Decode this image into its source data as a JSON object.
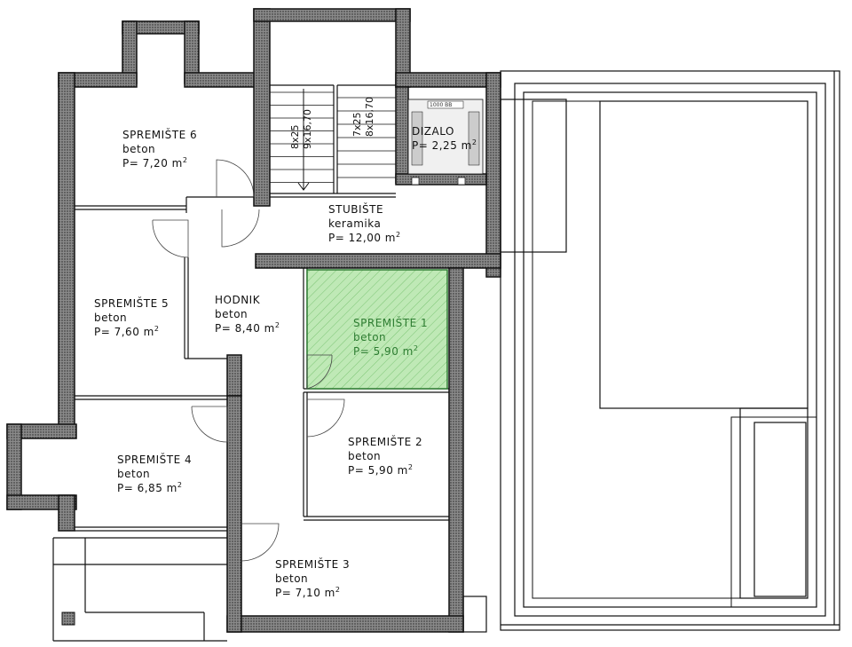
{
  "rooms": [
    {
      "id": "spremiste-6",
      "name": "SPREMIŠTE 6",
      "material": "beton",
      "area": "P= 7,20 m",
      "sup": "2"
    },
    {
      "id": "spremiste-5",
      "name": "SPREMIŠTE 5",
      "material": "beton",
      "area": "P= 7,60 m",
      "sup": "2"
    },
    {
      "id": "hodnik",
      "name": "HODNIK",
      "material": "beton",
      "area": "P= 8,40 m",
      "sup": "2"
    },
    {
      "id": "spremiste-1",
      "name": "SPREMIŠTE 1",
      "material": "beton",
      "area": "P= 5,90 m",
      "sup": "2",
      "highlighted": true
    },
    {
      "id": "spremiste-4",
      "name": "SPREMIŠTE 4",
      "material": "beton",
      "area": "P= 6,85 m",
      "sup": "2"
    },
    {
      "id": "spremiste-2",
      "name": "SPREMIŠTE 2",
      "material": "beton",
      "area": "P= 5,90 m",
      "sup": "2"
    },
    {
      "id": "spremiste-3",
      "name": "SPREMIŠTE 3",
      "material": "beton",
      "area": "P= 7,10 m",
      "sup": "2"
    },
    {
      "id": "stubiste",
      "name": "STUBIŠTE",
      "material": "keramika",
      "area": "P= 12,00 m",
      "sup": "2"
    },
    {
      "id": "dizalo",
      "name": "DIZALO",
      "material": "",
      "area": "P= 2,25 m",
      "sup": "2"
    }
  ],
  "stairs": {
    "flight_left_1": "8x25",
    "flight_left_2": "9x16,70",
    "flight_right_1": "7x25",
    "flight_right_2": "8x16,70"
  },
  "elevator_tag": "1000 BB",
  "colors": {
    "highlight_fill": "#b9e6b0",
    "highlight_stroke": "#2e7d32",
    "wall_hatch": "#555555",
    "line": "#111111"
  }
}
